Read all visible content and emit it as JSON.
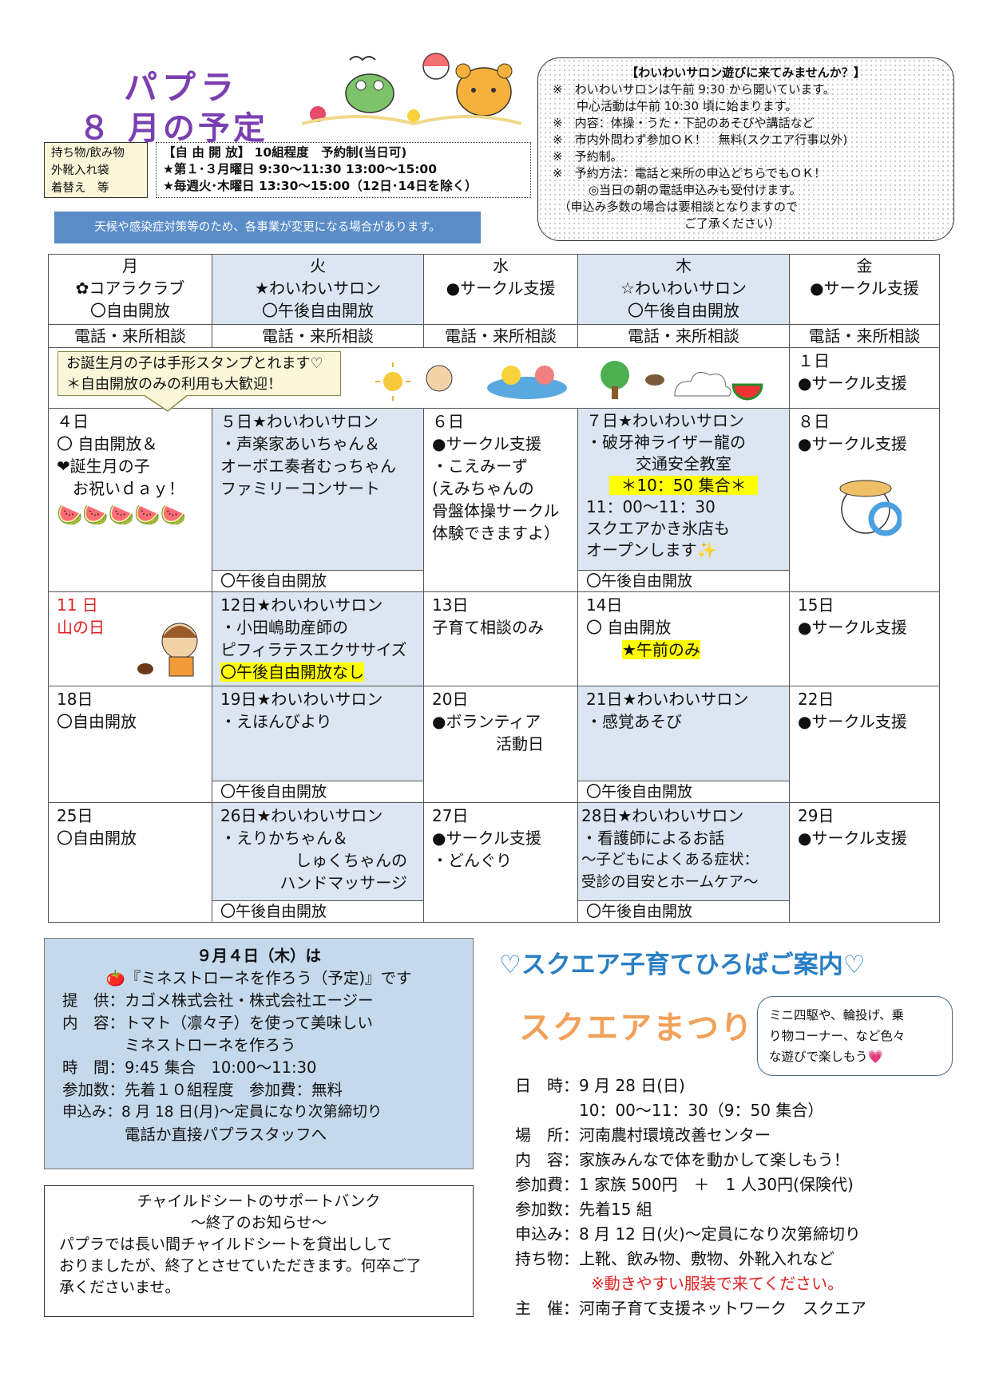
{
  "header": {
    "title_line1": "パプラ",
    "title_line2": "８ 月の予定",
    "bring_items": [
      "持ち物/飲み物",
      "外靴入れ袋",
      "着替え　等"
    ],
    "free_play": {
      "title": "【自 由 開 放】 10組程度　予約制(当日可)",
      "line1": "★第１･３月曜日  9:30～11:30  13:00～15:00",
      "line2": "★毎週火･木曜日  13:30～15:00（12日･14日を除く）"
    },
    "notice": "天候や感染症対策等のため、各事業が変更になる場合があります。"
  },
  "salon_box": {
    "title": "【わいわいサロン遊びに来てみませんか？】",
    "lines": [
      "※　わいわいサロンは午前 9:30 から開いています。",
      "　　中心活動は午前 10:30 頃に始まります。",
      "※　内容：体操・うた・下記のあそびや講話など",
      "※　市内外問わず参加ＯＫ！　無料(スクエア行事以外)",
      "※　予約制。",
      "※　予約方法：電話と来所の申込どちらでもＯＫ！",
      "　　　◎当日の朝の電話申込みも受付けます。",
      "　（申込み多数の場合は要相談となりますので",
      "　　　　　　　　　　　ご了承ください）"
    ]
  },
  "calendar": {
    "weekdays": [
      {
        "day": "月",
        "line1": "✿コアラクラブ",
        "line2": "〇自由開放"
      },
      {
        "day": "火",
        "line1": "★わいわいサロン",
        "line2": "〇午後自由開放"
      },
      {
        "day": "水",
        "line1": "●サークル支援",
        "line2": ""
      },
      {
        "day": "木",
        "line1": "☆わいわいサロン",
        "line2": "〇午後自由開放"
      },
      {
        "day": "金",
        "line1": "●サークル支援",
        "line2": ""
      }
    ],
    "tel": "電話・来所相談",
    "birthday_note": [
      "お誕生月の子は手形スタンプとれます♡",
      "＊自由開放のみの利用も大歓迎！"
    ],
    "pm_label": "〇午後自由開放",
    "fri1": [
      "１日",
      "●サークル支援"
    ],
    "week2": {
      "mon": [
        "４日",
        "〇 自由開放＆",
        "❤誕生月の子",
        "　お祝いｄａｙ！"
      ],
      "tue": [
        "５日★わいわいサロン",
        "・声楽家あいちゃん＆",
        "オーボエ奏者むっちゃん",
        "ファミリーコンサート"
      ],
      "wed": [
        "６日",
        "●サークル支援",
        "・こえみーず",
        "(えみちゃんの",
        "骨盤体操サークル",
        "体験できますよ）"
      ],
      "thu": [
        "７日★わいわいサロン",
        "・破牙神ライザー龍の",
        "交通安全教室",
        "＊10：50 集合＊",
        "11：00～11：30",
        "スクエアかき氷店も",
        "オープンします✨"
      ],
      "fri": [
        "８日",
        "●サークル支援"
      ]
    },
    "week3": {
      "mon": [
        "11 日",
        "山の日"
      ],
      "tue": [
        "12日★わいわいサロン",
        "・小田嶋助産師の",
        "ピフィラテスエクササイズ",
        "〇午後自由開放なし"
      ],
      "wed": [
        "13日",
        "子育て相談のみ"
      ],
      "thu": [
        "14日",
        "〇 自由開放",
        "★午前のみ"
      ],
      "fri": [
        "15日",
        "●サークル支援"
      ]
    },
    "week4": {
      "mon": [
        "18日",
        "〇自由開放"
      ],
      "tue": [
        "19日★わいわいサロン",
        "・えほんびより"
      ],
      "wed": [
        "20日",
        "●ボランティア",
        "活動日"
      ],
      "thu": [
        "21日★わいわいサロン",
        "・感覚あそび"
      ],
      "fri": [
        "22日",
        "●サークル支援"
      ]
    },
    "week5": {
      "mon": [
        "25日",
        "〇自由開放"
      ],
      "tue": [
        "26日★わいわいサロン",
        "・えりかちゃん＆",
        "しゅくちゃんの",
        "ハンドマッサージ"
      ],
      "wed": [
        "27日",
        "●サークル支援",
        "・どんぐり"
      ],
      "thu": [
        "28日★わいわいサロン",
        "・看護師によるお話",
        "～子どもによくある症状：",
        "受診の目安とホームケア～"
      ],
      "fri": [
        "29日",
        "●サークル支援"
      ]
    }
  },
  "september_event": {
    "date": "９月４日（木）は",
    "title": "『ミネストローネを作ろう（予定)』です",
    "lines": [
      "提　供：カゴメ株式会社・株式会社エージー",
      "内　容：トマト（凛々子）を使って美味しい",
      "　　　　ミネストローネを作ろう",
      "時　間：9:45 集合　10:00～11:30",
      "参加数：先着１０組程度　参加費：無料",
      "申込み：8 月 18 日(月)～定員になり次第締切り",
      "　　　　電話か直接パプラスタッフへ"
    ]
  },
  "child_seat": {
    "title": "チャイルドシートのサポートバンク",
    "subtitle": "～終了のお知らせ～",
    "body": [
      "パプラでは長い間チャイルドシートを貸出しして",
      "おりましたが、終了とさせていただきます。何卒ご了",
      "承くださいませ。"
    ]
  },
  "square": {
    "heading": "♡スクエア子育てひろばご案内♡",
    "event_title": "スクエアまつり",
    "bubble": [
      "ミニ四駆や、輪投げ、乗",
      "り物コーナー、など色々",
      "な遊びで楽しもう💗"
    ],
    "lines": [
      "日　時：9 月 28 日(日)",
      "　　　　10：00～11：30（9：50 集合）",
      "場　所：河南農村環境改善センター",
      "内　容：家族みんなで体を動かして楽しもう！",
      "参加費：1 家族 500円　＋　1 人30円(保険代)",
      "参加数：先着15 組",
      "申込み：8 月 12 日(火)～定員になり次第締切り",
      "持ち物：上靴、飲み物、敷物、外靴入れなど"
    ],
    "warning": "※動きやすい服装で来てください。",
    "organizer": "主　催：河南子育て支援ネットワーク　スクエア"
  },
  "colors": {
    "title": "#7a3fb0",
    "calendar_blue": "#dce6f2",
    "sep_box": "#c5d9ec",
    "square_heading": "#2a7fc4",
    "matsuri": "#f2a05a",
    "highlight": "#ffff00",
    "holiday_red": "#e02020"
  }
}
